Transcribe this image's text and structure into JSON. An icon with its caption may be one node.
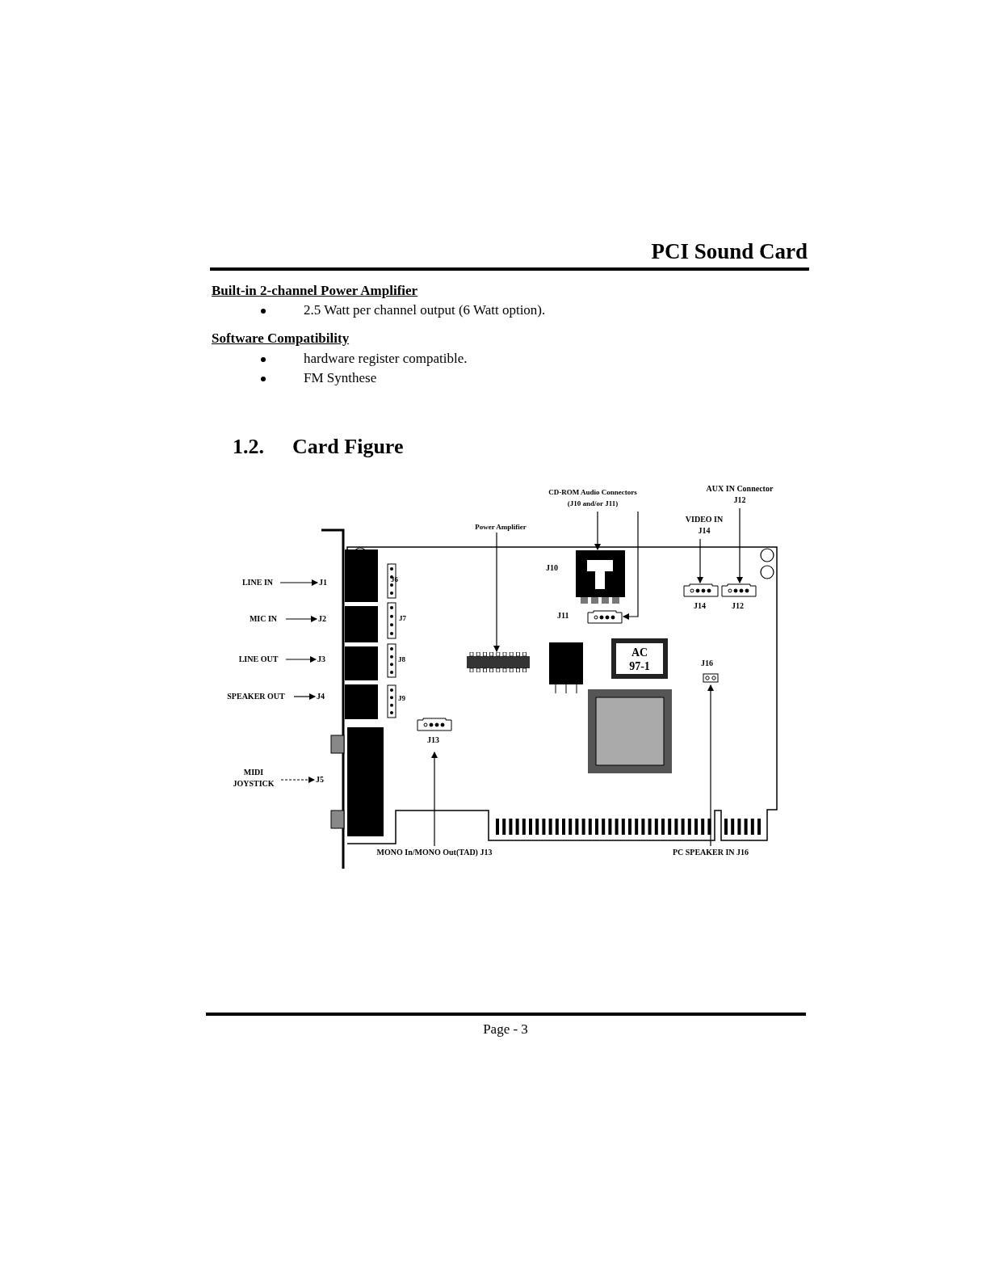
{
  "diagram": {
    "title": "Card Figure",
    "nodes": [
      {
        "text": [
          "LINE IN"
        ]
      },
      {
        "text": [
          "MIC IN"
        ]
      },
      {
        "text": [
          "LINE OUT"
        ]
      },
      {
        "text": [
          "SPEAKER OUT"
        ]
      },
      {
        "text": [
          "MIDI JOYSTICK"
        ]
      },
      {
        "text": [
          "J1"
        ]
      },
      {
        "text": [
          "J2"
        ]
      },
      {
        "text": [
          "J3"
        ]
      },
      {
        "text": [
          "J4"
        ]
      },
      {
        "text": [
          "J5"
        ]
      },
      {
        "text": [
          "Power Amplifier"
        ]
      },
      {
        "text": [],
        "shape": "box"
      },
      {
        "text": [
          "CD-ROM Audio Connectors (J10 and/or J11)"
        ]
      },
      {
        "text": [],
        "shape": "box",
        "beside": [
          "J10"
        ]
      },
      {
        "text": [],
        "shape": "box",
        "beside": [
          "J11"
        ]
      },
      {
        "text": [
          "VIDEO IN J14"
        ]
      },
      {
        "text": [],
        "shape": "box",
        "beside": [
          "J14"
        ]
      },
      {
        "text": [
          "AUX IN Connector J12"
        ]
      },
      {
        "text": [],
        "shape": "box",
        "beside": [
          "J12"
        ]
      },
      {
        "text": [
          "MONO In/MONO Out(TAD) J13"
        ]
      },
      {
        "text": [],
        "shape": "box",
        "beside": [
          "J13"
        ]
      },
      {
        "text": [
          "PC SPEAKER IN J16"
        ]
      },
      {
        "text": [],
        "shape": "box",
        "beside": [
          "J16"
        ]
      },
      {
        "text": [
          "AC 97-1"
        ]
      }
    ],
    "edges": [
      {
        "from": 0,
        "to": 5,
        "arrow": "to"
      },
      {
        "from": 1,
        "to": 6,
        "arrow": "to"
      },
      {
        "from": 2,
        "to": 7,
        "arrow": "to"
      },
      {
        "from": 3,
        "to": 8,
        "arrow": "to"
      },
      {
        "from": 4,
        "to": 9,
        "arrow": "to",
        "style": "dashed"
      },
      {
        "from": 10,
        "to": 11,
        "arrow": "to"
      },
      {
        "from": 12,
        "to": 13,
        "arrow": "to"
      },
      {
        "from": 12,
        "to": 14,
        "arrow": "to"
      },
      {
        "from": 15,
        "to": 16,
        "arrow": "to"
      },
      {
        "from": 17,
        "to": 18,
        "arrow": "to"
      },
      {
        "from": 19,
        "to": 20,
        "arrow": "to"
      },
      {
        "from": 21,
        "to": 22,
        "arrow": "to"
      }
    ],
    "labels": [
      "PCI Sound Card",
      "Built-in 2-channel Power Amplifier",
      "2.5 Watt per channel output (6 Watt option).",
      "Software Compatibility",
      "hardware register compatible.",
      "FM Synthese",
      "1.2.",
      "J6",
      "J7",
      "J8",
      "J9",
      "Page - 3"
    ]
  }
}
